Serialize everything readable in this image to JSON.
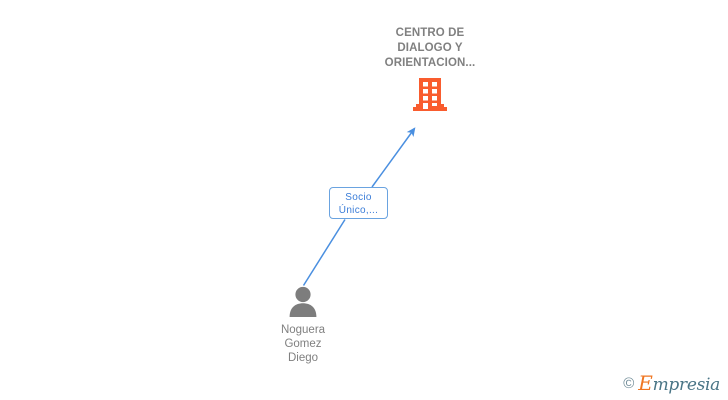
{
  "diagram": {
    "type": "ownership-graph",
    "background_color": "#ffffff",
    "company": {
      "name": "CENTRO DE\nDIALOGO Y\nORIENTACION...",
      "name_lines": [
        "CENTRO DE",
        "DIALOGO Y",
        "ORIENTACION..."
      ],
      "icon": "building-icon",
      "icon_color": "#f95c2e",
      "text_color": "#808080"
    },
    "person": {
      "name": "Noguera\nGomez\nDiego",
      "name_lines": [
        "Noguera",
        "Gomez",
        "Diego"
      ],
      "icon": "person-icon",
      "icon_color": "#7d7d7d",
      "text_color": "#808080"
    },
    "relation": {
      "label": "Socio\nÚnico,...",
      "label_lines": [
        "Socio",
        "Único,..."
      ],
      "text_color": "#3b7dd8",
      "border_color": "#6aa3e0",
      "arrow_color": "#4a8fe0",
      "direction": "person-to-company"
    }
  },
  "watermark": {
    "copyright_symbol": "©",
    "brand_initial": "E",
    "brand_rest": "mpresia",
    "brand_full": "Empresia",
    "initial_color": "#ef7622",
    "text_color": "#4a7586"
  }
}
